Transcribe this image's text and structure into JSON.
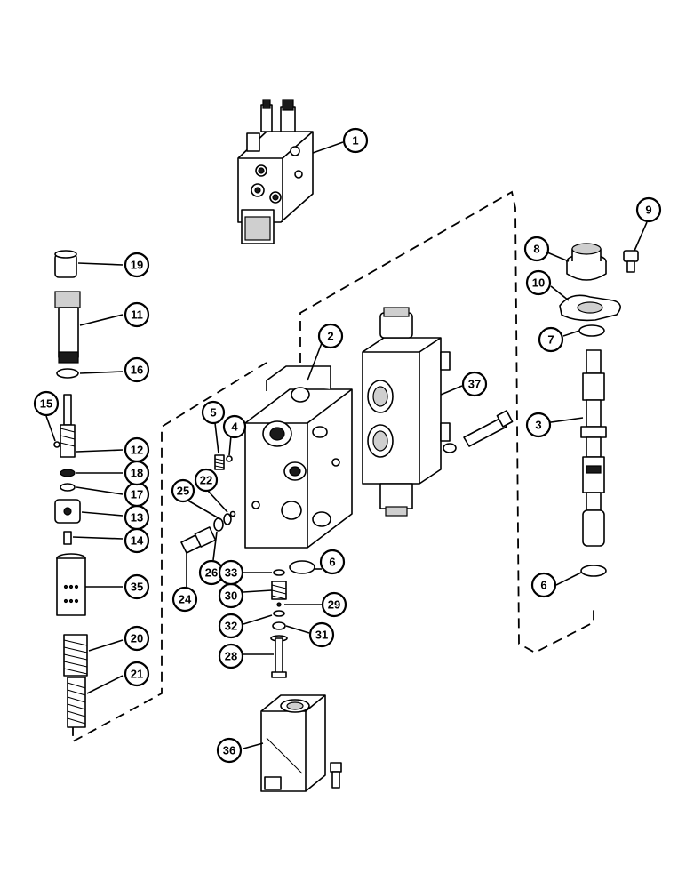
{
  "callouts": [
    {
      "id": "c1",
      "label": "1"
    },
    {
      "id": "c2",
      "label": "2"
    },
    {
      "id": "c3",
      "label": "3"
    },
    {
      "id": "c4",
      "label": "4"
    },
    {
      "id": "c5",
      "label": "5"
    },
    {
      "id": "c6a",
      "label": "6"
    },
    {
      "id": "c6b",
      "label": "6"
    },
    {
      "id": "c7",
      "label": "7"
    },
    {
      "id": "c8",
      "label": "8"
    },
    {
      "id": "c9",
      "label": "9"
    },
    {
      "id": "c10",
      "label": "10"
    },
    {
      "id": "c11",
      "label": "11"
    },
    {
      "id": "c12",
      "label": "12"
    },
    {
      "id": "c13",
      "label": "13"
    },
    {
      "id": "c14",
      "label": "14"
    },
    {
      "id": "c15",
      "label": "15"
    },
    {
      "id": "c16",
      "label": "16"
    },
    {
      "id": "c17",
      "label": "17"
    },
    {
      "id": "c18",
      "label": "18"
    },
    {
      "id": "c19",
      "label": "19"
    },
    {
      "id": "c20",
      "label": "20"
    },
    {
      "id": "c21",
      "label": "21"
    },
    {
      "id": "c22",
      "label": "22"
    },
    {
      "id": "c24",
      "label": "24"
    },
    {
      "id": "c25",
      "label": "25"
    },
    {
      "id": "c26",
      "label": "26"
    },
    {
      "id": "c28",
      "label": "28"
    },
    {
      "id": "c29",
      "label": "29"
    },
    {
      "id": "c30",
      "label": "30"
    },
    {
      "id": "c31",
      "label": "31"
    },
    {
      "id": "c32",
      "label": "32"
    },
    {
      "id": "c33",
      "label": "33"
    },
    {
      "id": "c35",
      "label": "35"
    },
    {
      "id": "c36",
      "label": "36"
    },
    {
      "id": "c37",
      "label": "37"
    }
  ]
}
